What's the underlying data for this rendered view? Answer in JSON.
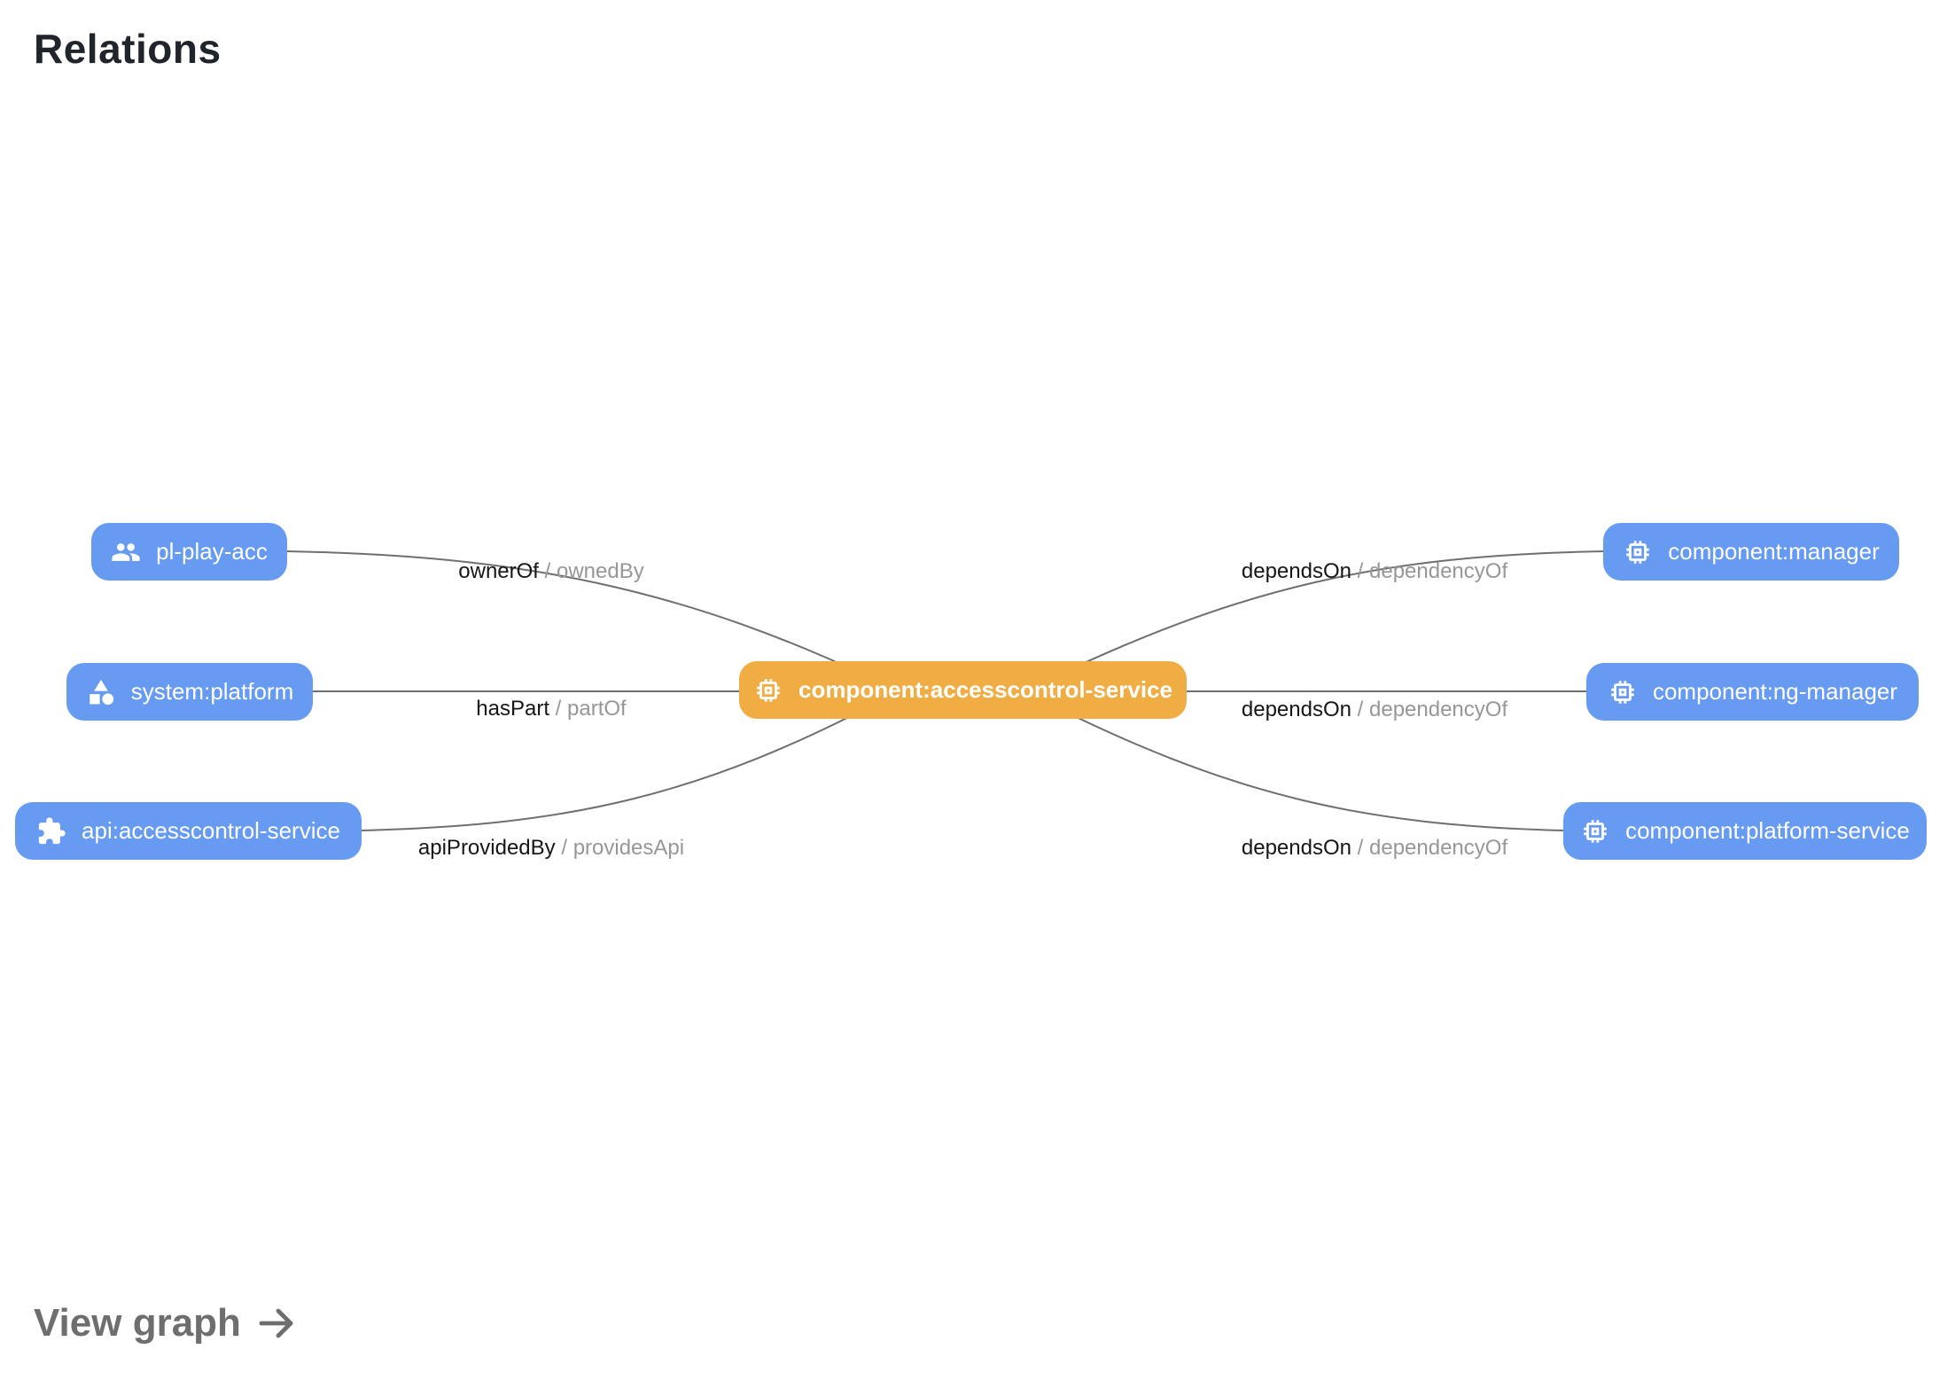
{
  "page": {
    "title": "Relations",
    "view_graph_label": "View graph"
  },
  "colors": {
    "node_blue": "#679af1",
    "node_orange": "#f0ad43",
    "edge_gray": "#6f6f6f",
    "label_primary": "#161616",
    "label_secondary": "#979797"
  },
  "graph": {
    "center_node": {
      "label": "component:accesscontrol-service",
      "icon": "chip-icon"
    },
    "left_nodes": [
      {
        "label": "pl-play-acc",
        "icon": "group-icon"
      },
      {
        "label": "system:platform",
        "icon": "category-icon"
      },
      {
        "label": "api:accesscontrol-service",
        "icon": "puzzle-icon"
      }
    ],
    "right_nodes": [
      {
        "label": "component:manager",
        "icon": "chip-icon"
      },
      {
        "label": "component:ng-manager",
        "icon": "chip-icon"
      },
      {
        "label": "component:platform-service",
        "icon": "chip-icon"
      }
    ],
    "edge_labels": [
      {
        "primary": "ownerOf",
        "sep": " / ",
        "secondary": "ownedBy"
      },
      {
        "primary": "hasPart",
        "sep": " / ",
        "secondary": "partOf"
      },
      {
        "primary": "apiProvidedBy",
        "sep": " / ",
        "secondary": "providesApi"
      },
      {
        "primary": "dependsOn",
        "sep": " / ",
        "secondary": "dependencyOf"
      },
      {
        "primary": "dependsOn",
        "sep": " / ",
        "secondary": "dependencyOf"
      },
      {
        "primary": "dependsOn",
        "sep": " / ",
        "secondary": "dependencyOf"
      }
    ]
  }
}
